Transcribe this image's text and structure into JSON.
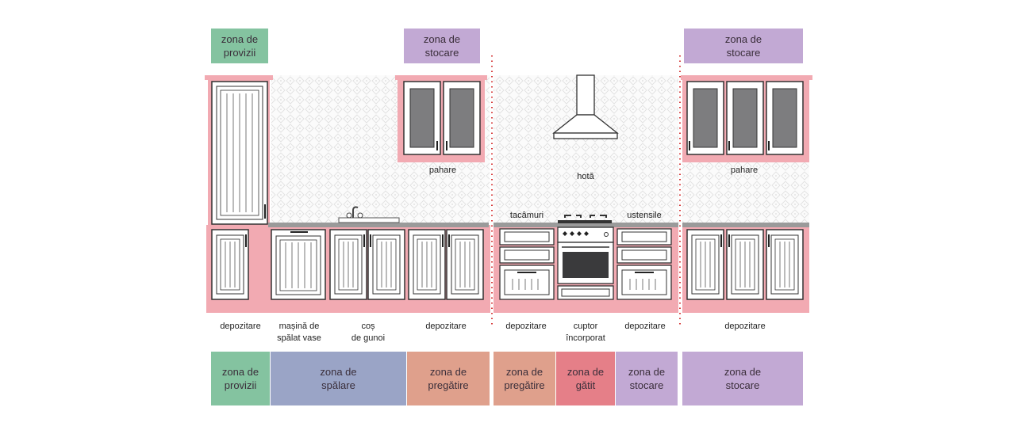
{
  "colors": {
    "provizii": "#84c3a0",
    "spalare": "#9aa4c6",
    "pregatire": "#dfa08c",
    "gatit": "#e57f88",
    "stocare": "#c2a9d4",
    "cabinet_frame": "#f2aab2",
    "divider": "#d63a3a"
  },
  "top_zones": [
    {
      "line1": "zona de",
      "line2": "provizii"
    },
    {
      "line1": "zona de",
      "line2": "stocare"
    },
    {
      "line1": "zona de",
      "line2": "stocare"
    }
  ],
  "upper_labels": {
    "pahare_left": "pahare",
    "hota": "hotă",
    "pahare_right": "pahare",
    "tacamuri": "tacâmuri",
    "ustensile": "ustensile"
  },
  "bottom_labels": [
    {
      "line1": "depozitare",
      "line2": ""
    },
    {
      "line1": "mașină de",
      "line2": "spălat vase"
    },
    {
      "line1": "coș",
      "line2": "de gunoi"
    },
    {
      "line1": "depozitare",
      "line2": ""
    },
    {
      "line1": "depozitare",
      "line2": ""
    },
    {
      "line1": "cuptor",
      "line2": "încorporat"
    },
    {
      "line1": "depozitare",
      "line2": ""
    },
    {
      "line1": "depozitare",
      "line2": ""
    }
  ],
  "bottom_zones": [
    {
      "line1": "zona de",
      "line2": "provizii"
    },
    {
      "line1": "zona de",
      "line2": "spălare"
    },
    {
      "line1": "zona de",
      "line2": "pregătire"
    },
    {
      "line1": "zona de",
      "line2": "pregătire"
    },
    {
      "line1": "zona de",
      "line2": "gătit"
    },
    {
      "line1": "zona de",
      "line2": "stocare"
    },
    {
      "line1": "zona de",
      "line2": "stocare"
    }
  ]
}
